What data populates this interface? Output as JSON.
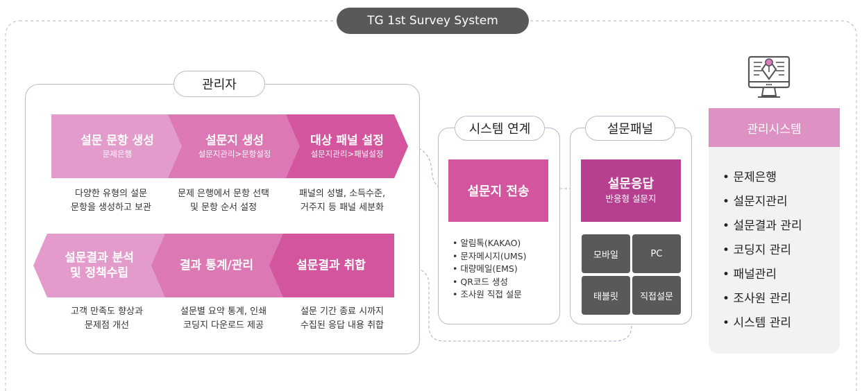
{
  "title": "TG 1st Survey System",
  "admin": {
    "label": "관리자",
    "top_steps": [
      {
        "title": "설문 문항 생성",
        "sub": "문제은행",
        "color": "#e39bcc",
        "desc": [
          "다양한 유형의 설문",
          "문항을 생성하고 보관"
        ]
      },
      {
        "title": "설문지 생성",
        "sub": "설문지관리>문항설정",
        "color": "#dc79b4",
        "desc": [
          "문제 은행에서 문항 선택",
          "및 문항 순서 설정"
        ]
      },
      {
        "title": "대상 패널 설정",
        "sub": "설문지관리>패널설정",
        "color": "#d3559d",
        "desc": [
          "패널의 성별, 소득수준,",
          "거주지 등 패널 세분화"
        ]
      }
    ],
    "bottom_steps": [
      {
        "title": "설문결과 취합",
        "color": "#d3559d",
        "desc": [
          "설문 기간 종료 시까지",
          "수집된 응답 내용 취합"
        ]
      },
      {
        "title": "결과 통계/관리",
        "color": "#dc79b4",
        "desc": [
          "설문별 요약 통계, 인쇄",
          "코딩지 다운로드 제공"
        ]
      },
      {
        "title_lines": [
          "설문결과 분석",
          "및 정책수립"
        ],
        "color": "#e39bcc",
        "desc": [
          "고객 만족도 향상과",
          "문제점 개선"
        ]
      }
    ]
  },
  "system_link": {
    "label": "시스템 연계",
    "box": "설문지 전송",
    "items": [
      "알림톡(KAKAO)",
      "문자메시지(UMS)",
      "대량메일(EMS)",
      "QR코드 생성",
      "조사원 직접 설문"
    ]
  },
  "panel": {
    "label": "설문패널",
    "box_title": "설문응답",
    "box_sub": "반응형 설문지",
    "devices": [
      "모바일",
      "PC",
      "태블릿",
      "직접설문"
    ]
  },
  "mgmt": {
    "header": "관리시스템",
    "items": [
      "문제은행",
      "설문지관리",
      "설문결과 관리",
      "코딩지 관리",
      "패널관리",
      "조사원 관리",
      "시스템 관리"
    ]
  },
  "colors": {
    "accent_dark": "#b63f90",
    "accent_mid": "#d3559d",
    "accent_light": "#e39bcc",
    "mgmt_header": "#de92c4",
    "gray_dark": "#595959",
    "mgmt_bg": "#f2f2f2"
  }
}
